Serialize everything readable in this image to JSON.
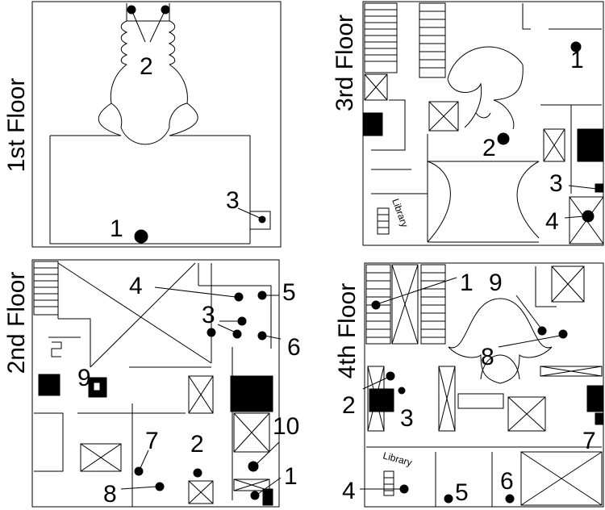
{
  "floors": {
    "first": {
      "title": "1st Floor",
      "markers": [
        "1",
        "2",
        "3"
      ]
    },
    "second": {
      "title": "2nd Floor",
      "markers": [
        "1",
        "2",
        "3",
        "4",
        "5",
        "6",
        "7",
        "8",
        "9",
        "10"
      ]
    },
    "third": {
      "title": "3rd Floor",
      "room_label": "Library",
      "markers": [
        "1",
        "2",
        "3",
        "4"
      ]
    },
    "fourth": {
      "title": "4th Floor",
      "room_label": "Library",
      "markers": [
        "1",
        "2",
        "3",
        "4",
        "5",
        "6",
        "7",
        "8",
        "9"
      ]
    }
  },
  "colors": {
    "ink": "#000000",
    "paper": "#ffffff"
  }
}
